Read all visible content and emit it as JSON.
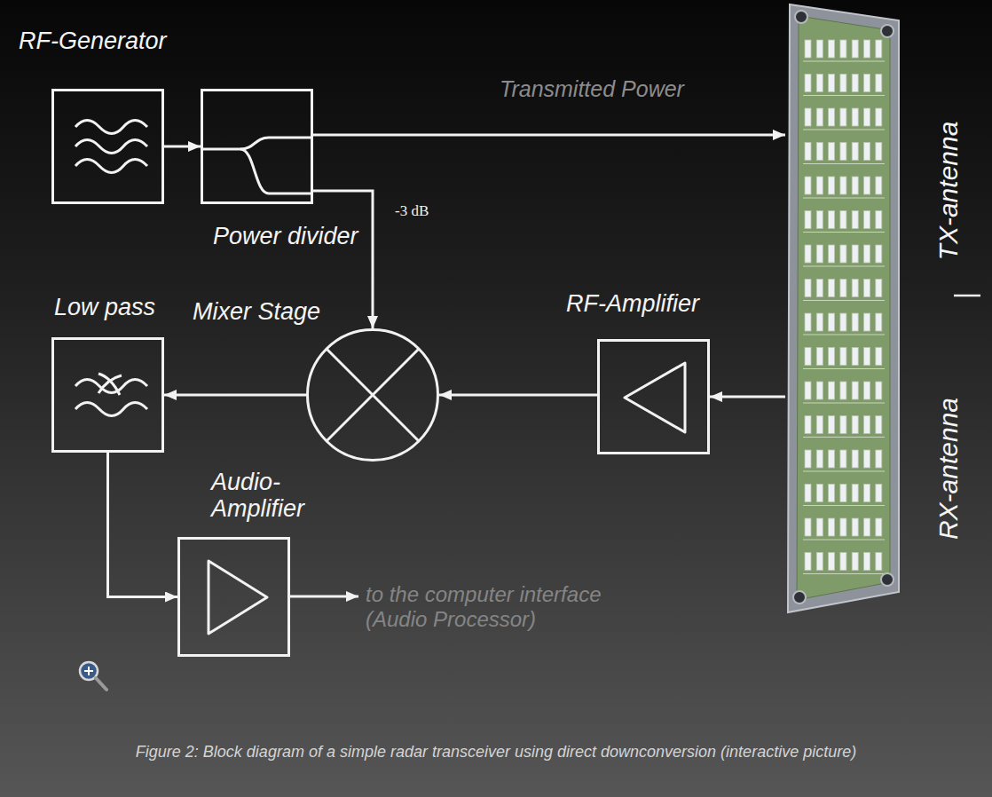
{
  "diagram": {
    "caption": "Figure 2: Block diagram of a simple radar transceiver using direct downconversion (interactive picture)",
    "nodes": [
      {
        "text": [
          "RF-Generator"
        ]
      },
      {
        "text": [
          "Power divider"
        ]
      },
      {
        "text": [
          "TX-antenna",
          "RX-antenna"
        ]
      },
      {
        "text": [
          "Low pass"
        ]
      },
      {
        "text": [
          "Mixer Stage"
        ]
      },
      {
        "text": [
          "RF-Amplifier"
        ]
      },
      {
        "text": [
          "Audio- Amplifier"
        ]
      }
    ],
    "edges": [
      {
        "from": 0,
        "to": 1,
        "arrow": "to"
      },
      {
        "from": 1,
        "to": 2,
        "label": "Transmitted Power",
        "arrow": "to"
      },
      {
        "from": 1,
        "to": 4,
        "label": "-3 dB",
        "arrow": "to"
      },
      {
        "from": 2,
        "to": 5,
        "arrow": "to"
      },
      {
        "from": 5,
        "to": 4,
        "arrow": "to"
      },
      {
        "from": 4,
        "to": 3,
        "arrow": "to"
      },
      {
        "from": 3,
        "to": 6,
        "arrow": "to"
      }
    ],
    "labels": [
      "to the computer interface (Audio Processor)"
    ]
  }
}
